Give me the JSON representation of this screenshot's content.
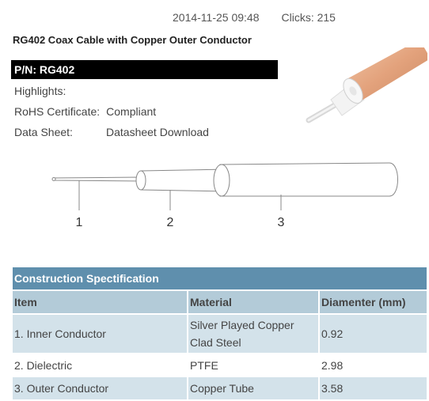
{
  "meta": {
    "date": "2014-11-25 09:48",
    "clicks": "Clicks: 215"
  },
  "title": "RG402 Coax Cable with Copper Outer Conductor",
  "part_number": "P/N: RG402",
  "highlights_label": "Highlights:",
  "rohs": {
    "label": "RoHS Certificate:",
    "value": "Compliant"
  },
  "datasheet": {
    "label": "Data Sheet:",
    "link": "Datasheet Download"
  },
  "diagram_labels": [
    "1",
    "2",
    "3"
  ],
  "table": {
    "caption": "Construction Spectification",
    "headers": [
      "Item",
      "Material",
      "Diamenter (mm)"
    ],
    "rows": [
      [
        "1. Inner Conductor",
        "Silver Played Copper Clad Steel",
        "0.92"
      ],
      [
        "2. Dielectric",
        "PTFE",
        "2.98"
      ],
      [
        "3. Outer Conductor",
        "Copper Tube",
        "3.58"
      ]
    ]
  },
  "colors": {
    "table_caption": "#5f8fad",
    "table_header": "#b3cbd8",
    "table_row_alt": "#d3e2ea"
  }
}
